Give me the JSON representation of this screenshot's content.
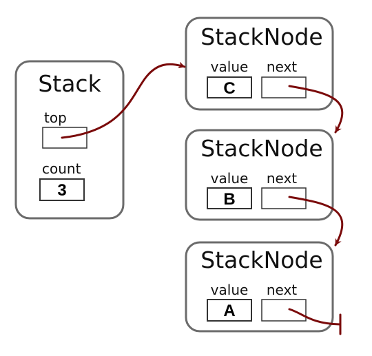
{
  "stack": {
    "title": "Stack",
    "top_label": "top",
    "count_label": "count",
    "count_value": "3"
  },
  "nodes": [
    {
      "title": "StackNode",
      "value_label": "value",
      "next_label": "next",
      "value": "C"
    },
    {
      "title": "StackNode",
      "value_label": "value",
      "next_label": "next",
      "value": "B"
    },
    {
      "title": "StackNode",
      "value_label": "value",
      "next_label": "next",
      "value": "A"
    }
  ],
  "colors": {
    "box_border": "#6b6b6b",
    "cell_border": "#333333",
    "arrow": "#7a0a0a"
  }
}
